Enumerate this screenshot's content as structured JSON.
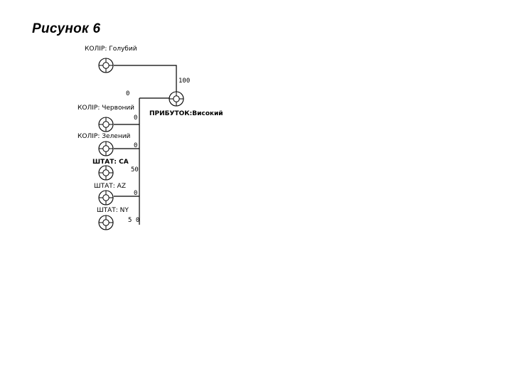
{
  "figure_title": "Рисунок 6",
  "labels": {
    "kolir_holubyi": "КОЛІР: Голубий",
    "kolir_chervonyi": "КОЛІР: Червоний",
    "kolir_zelenyi": "КОЛІР: Зелений",
    "shtat_ca": "ШТАТ: CA",
    "shtat_az": "ШТАТ:  AZ",
    "shtat_ny": "ШТАТ: NY",
    "prybutok": "ПРИБУТОК:Високий"
  },
  "values": {
    "v_100": "100",
    "v_0_top": "0",
    "v_0_chervonyi": "0",
    "v_0_zelenyi": "0",
    "v_50_ca": "50",
    "v_0_az": "0",
    "v_50_ny": "5 0"
  },
  "colors": {
    "line": "#000000",
    "background": "#ffffff"
  }
}
